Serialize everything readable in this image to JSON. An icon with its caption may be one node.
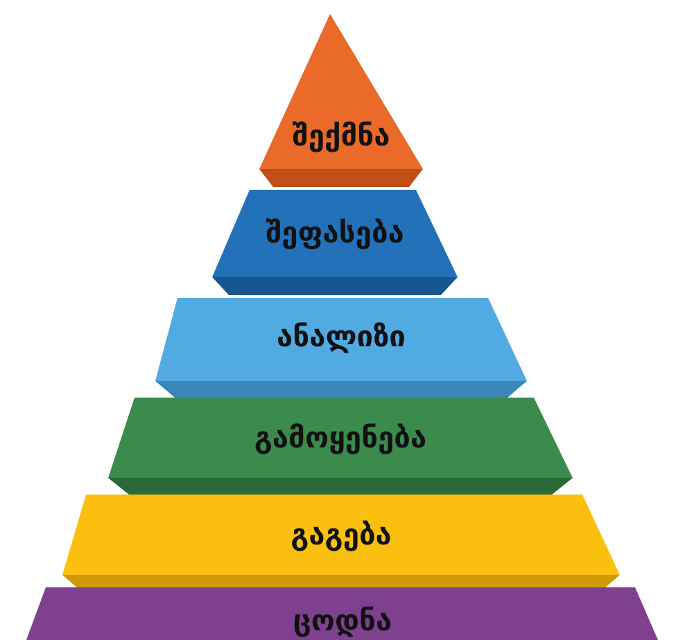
{
  "diagram": {
    "nodes": [
      {
        "text": [
          "შექმნა"
        ]
      },
      {
        "text": [
          "შეფასება"
        ]
      },
      {
        "text": [
          "ანალიზი"
        ]
      },
      {
        "text": [
          "გამოყენება"
        ]
      },
      {
        "text": [
          "გაგება"
        ]
      },
      {
        "text": [
          "ცოდნა"
        ]
      }
    ]
  }
}
